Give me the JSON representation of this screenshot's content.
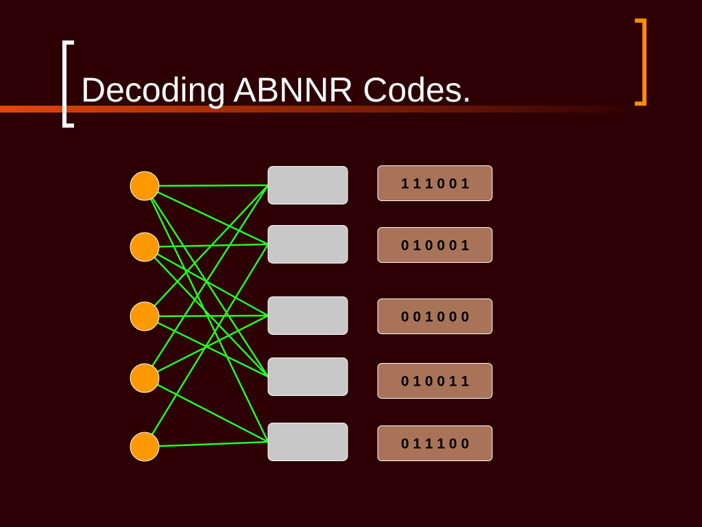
{
  "slide": {
    "title": "Decoding ABNNR Codes.",
    "colors": {
      "background": "#2d0003",
      "title_text": "#ffffff",
      "underline_start": "#e8450a",
      "left_bracket": "#ffffff",
      "right_bracket": "#ff8c00",
      "input_node": "#ff9900",
      "edge": "#22ff22",
      "output_box": "#c8c8c8",
      "code_box": "#a87358",
      "code_text": "#000000"
    }
  },
  "diagram": {
    "input_nodes": [
      "node-1",
      "node-2",
      "node-3",
      "node-4",
      "node-5"
    ],
    "output_boxes": [
      "box-1",
      "box-2",
      "box-3",
      "box-4",
      "box-5"
    ],
    "edges": [
      [
        0,
        0
      ],
      [
        0,
        1
      ],
      [
        0,
        3
      ],
      [
        0,
        4
      ],
      [
        1,
        1
      ],
      [
        1,
        2
      ],
      [
        1,
        3
      ],
      [
        2,
        0
      ],
      [
        2,
        2
      ],
      [
        2,
        3
      ],
      [
        3,
        0
      ],
      [
        3,
        2
      ],
      [
        3,
        4
      ],
      [
        4,
        1
      ],
      [
        4,
        4
      ]
    ],
    "codewords": [
      "1 1 1 0 0 1",
      "0 1 0 0 0 1",
      "0 0 1 0 0 0",
      "0 1 0 0 1 1",
      "0 1 1 1 0 0"
    ]
  }
}
